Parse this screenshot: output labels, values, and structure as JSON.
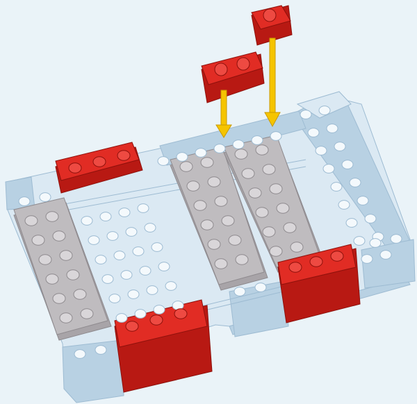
{
  "diagram": {
    "kind": "lego-build-step",
    "background_color": "#eaf3f8",
    "colors": {
      "light_blue_top": "#dbe9f3",
      "light_blue_side": "#b8d1e3",
      "light_blue_dark": "#9dbbd2",
      "light_blue_stud": "#f4f9fc",
      "gray_top": "#bfbcbf",
      "gray_side": "#a8a4a8",
      "gray_stud": "#d9d6d9",
      "red_top": "#e12c24",
      "red_side": "#b81913",
      "red_stud": "#ee4a42",
      "arrow": "#f5c400",
      "arrow_edge": "#c99a00"
    },
    "pieces": [
      {
        "name": "base-plate",
        "color": "light-blue"
      },
      {
        "name": "gray-plate-left",
        "color": "gray"
      },
      {
        "name": "gray-plate-center-left",
        "color": "gray"
      },
      {
        "name": "gray-plate-center-right",
        "color": "gray"
      },
      {
        "name": "red-brick-back-left",
        "color": "red"
      },
      {
        "name": "red-brick-front-left",
        "color": "red"
      },
      {
        "name": "red-brick-front-right",
        "color": "red"
      },
      {
        "name": "red-plate-falling-small",
        "color": "red"
      },
      {
        "name": "red-plate-falling-1x2",
        "color": "red"
      }
    ],
    "arrows": [
      {
        "name": "arrow-down-left",
        "direction": "down"
      },
      {
        "name": "arrow-down-right",
        "direction": "down"
      }
    ]
  }
}
